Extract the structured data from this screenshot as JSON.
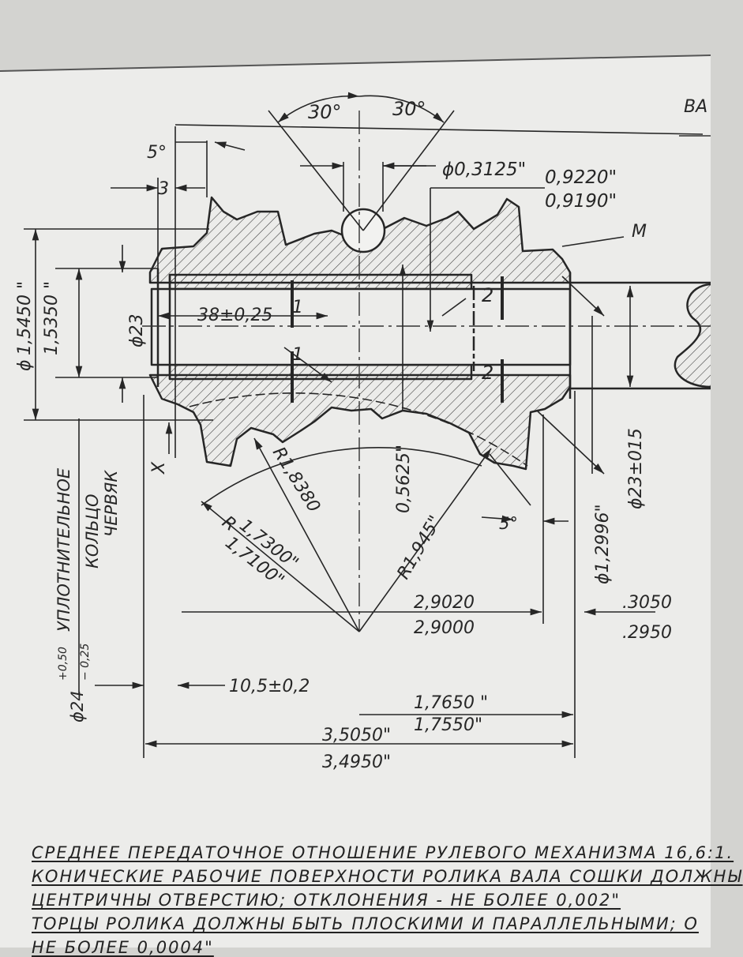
{
  "drawing": {
    "header_fragment": "ВА",
    "angles": {
      "left": "30°",
      "right": "30°",
      "chamfer_top": "5°",
      "chamfer_bottom": "5°"
    },
    "dims": {
      "ball_dia": "ϕ0,3125\"",
      "pitch_upper": "0,9220\"",
      "pitch_lower": "0,9190\"",
      "marker_m": "M",
      "step_3": "3",
      "outer_dia_prefix": "ϕ",
      "outer_dia_upper": "1,5450 \"",
      "outer_dia_lower": "1,5350 \"",
      "bore_dia": "ϕ23",
      "length_38": "38±0,25",
      "section_1": "1",
      "section_2": "2",
      "shaft_dia": "ϕ23±015",
      "shaft_inner_dia": "ϕ1,2996\"",
      "depth": "0,5625\"",
      "radius_1838": "R1,8380",
      "radius_r": "R",
      "radius_upper": "1,7300\"",
      "radius_lower": "1,7100\"",
      "radius_1945": "R1,945\"",
      "len_upper": "2,9020",
      "len_lower": "2,9000",
      "gap_upper": ".3050",
      "gap_lower": ".2950",
      "seal_dia": "ϕ24",
      "seal_tol_plus": "+0,50",
      "seal_tol_minus": "− 0,25",
      "length_105": "10,5±0,2",
      "half_upper": "1,7650 \"",
      "half_lower": "1,7550\"",
      "total_upper": "3,5050\"",
      "total_lower": "3,4950\"",
      "view_x": "X"
    },
    "labels": {
      "seal_ring_line1": "УПЛОТНИТЕЛЬНОЕ",
      "seal_ring_line2": "КОЛЬЦО",
      "worm": "ЧЕРВЯК"
    }
  },
  "notes": [
    "СРЕДНЕЕ ПЕРЕДАТОЧНОЕ ОТНОШЕНИЕ РУЛЕВОГО МЕХАНИЗМА 16,6:1.",
    "КОНИЧЕСКИЕ РАБОЧИЕ ПОВЕРХНОСТИ РОЛИКА ВАЛА СОШКИ ДОЛЖНЫ",
    "ЦЕНТРИЧНЫ ОТВЕРСТИЮ; ОТКЛОНЕНИЯ - НЕ БОЛЕЕ 0,002\"",
    "ТОРЦЫ РОЛИКА ДОЛЖНЫ БЫТЬ ПЛОСКИМИ И ПАРАЛЛЕЛЬНЫМИ; О",
    "НЕ БОЛЕЕ 0,0004\""
  ]
}
